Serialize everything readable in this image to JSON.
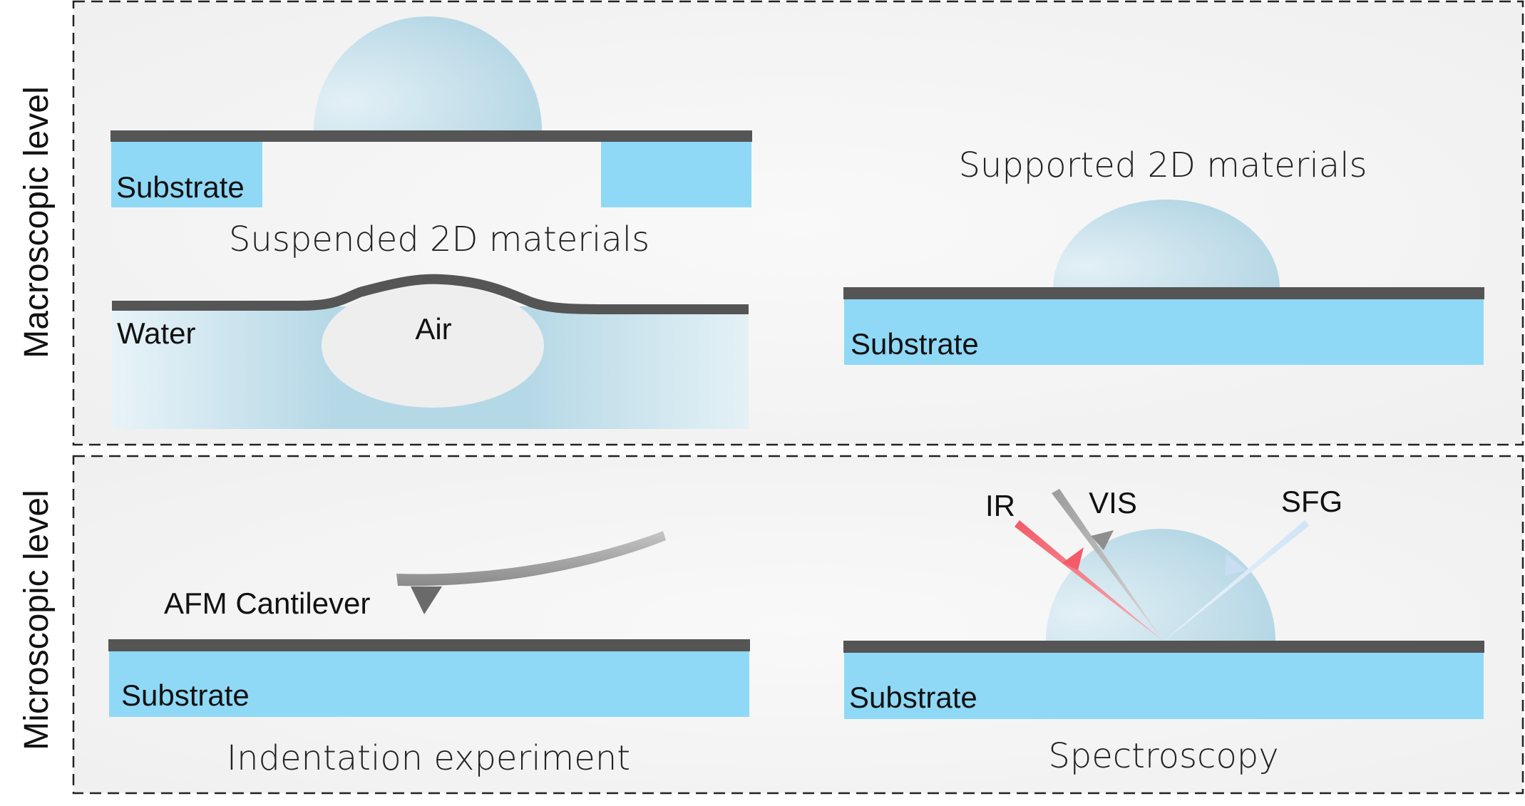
{
  "levels": {
    "macroscopic": "Macroscopic level",
    "microscopic": "Microscopic level"
  },
  "panels": {
    "suspended": {
      "caption": "Suspended 2D materials",
      "substrate": "Substrate",
      "water": "Water",
      "air": "Air"
    },
    "supported": {
      "caption": "Supported 2D materials",
      "substrate": "Substrate"
    },
    "indentation": {
      "caption": "Indentation experiment",
      "cantilever": "AFM Cantilever",
      "substrate": "Substrate"
    },
    "spectroscopy": {
      "caption": "Spectroscopy",
      "ir": "IR",
      "vis": "VIS",
      "sfg": "SFG",
      "substrate": "Substrate"
    }
  },
  "colors": {
    "substrate": "#8fd9f6",
    "membrane": "#555555",
    "droplet": "#a9d1e1",
    "ir_beam": "#f0606a",
    "vis_beam": "#9a9a9a",
    "sfg_beam": "#b4d6f2",
    "panel_bg": "#f4f4f4"
  }
}
